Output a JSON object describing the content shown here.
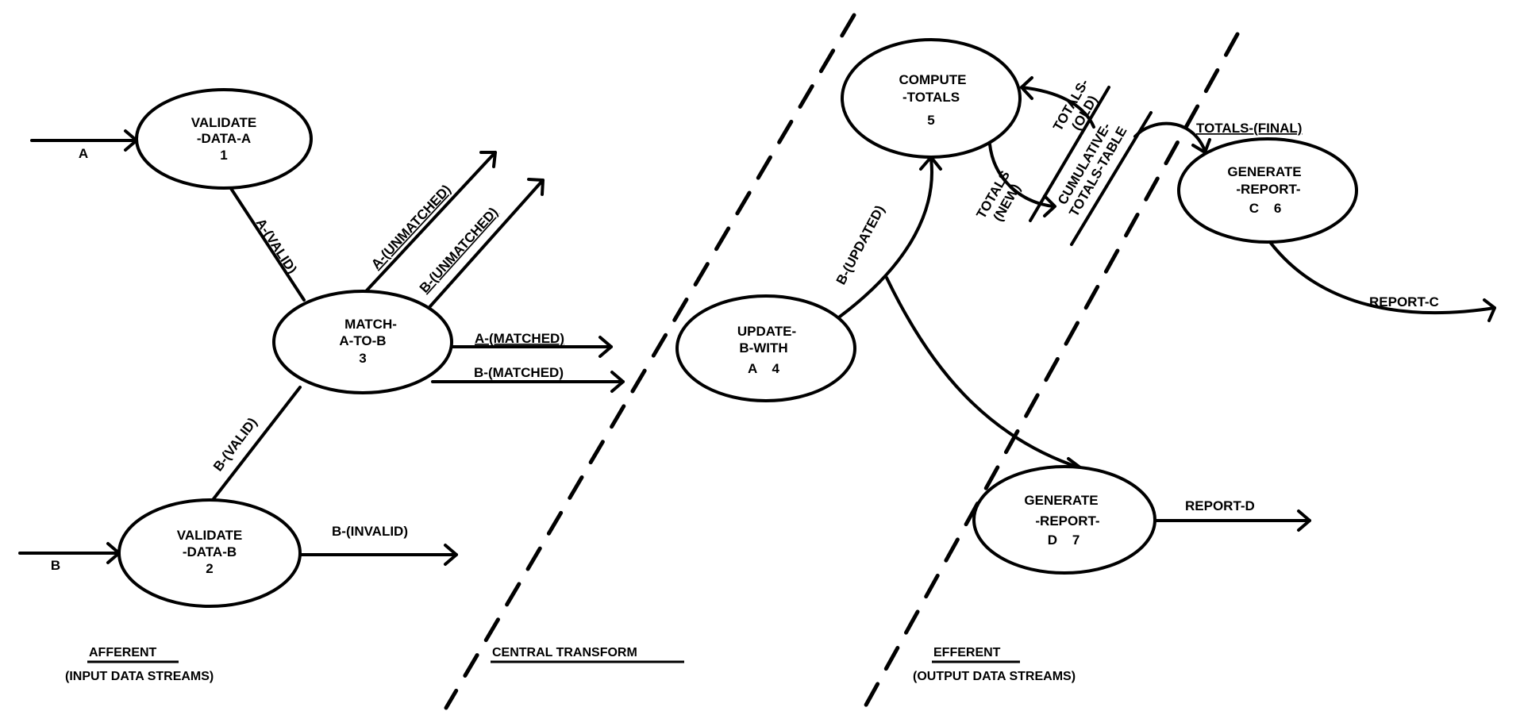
{
  "diagram": {
    "type": "data-flow-diagram",
    "colors": {
      "ink": "#000000",
      "background": "#ffffff"
    },
    "processes": [
      {
        "id": 1,
        "lines": [
          "VALIDATE",
          "-DATA-A",
          "1"
        ]
      },
      {
        "id": 2,
        "lines": [
          "VALIDATE",
          "-DATA-B",
          "2"
        ]
      },
      {
        "id": 3,
        "lines": [
          "MATCH-",
          "A-TO-B",
          "3"
        ]
      },
      {
        "id": 4,
        "lines": [
          "UPDATE-",
          "B-WITH",
          "A    4"
        ]
      },
      {
        "id": 5,
        "lines": [
          "COMPUTE",
          "-TOTALS",
          "5"
        ]
      },
      {
        "id": 6,
        "lines": [
          "GENERATE",
          "-REPORT-",
          "C    6"
        ]
      },
      {
        "id": 7,
        "lines": [
          "GENERATE",
          "-REPORT-",
          "D    7"
        ]
      }
    ],
    "data_store": {
      "lines": [
        "CUMULATIVE-",
        "TOTALS-TABLE"
      ]
    },
    "flows": {
      "a_in": "A",
      "b_in": "B",
      "a_valid": "A-(VALID)",
      "b_valid": "B-(VALID)",
      "b_invalid": "B-(INVALID)",
      "a_unmatched": "A-(UNMATCHED)",
      "b_unmatched": "B-(UNMATCHED)",
      "a_matched": "A-(MATCHED)",
      "b_matched": "B-(MATCHED)",
      "b_updated": "B-(UPDATED)",
      "totals_old": [
        "TOTALS-",
        "(OLD)"
      ],
      "totals_new": [
        "TOTALS",
        "(NEW)"
      ],
      "totals_final": "TOTALS-(FINAL)",
      "report_c": "REPORT-C",
      "report_d": "REPORT-D"
    },
    "zones": {
      "afferent": {
        "title": "AFFERENT",
        "subtitle": "(INPUT DATA STREAMS)"
      },
      "central": {
        "title": "CENTRAL TRANSFORM"
      },
      "efferent": {
        "title": "EFFERENT",
        "subtitle": "(OUTPUT DATA STREAMS)"
      }
    }
  }
}
